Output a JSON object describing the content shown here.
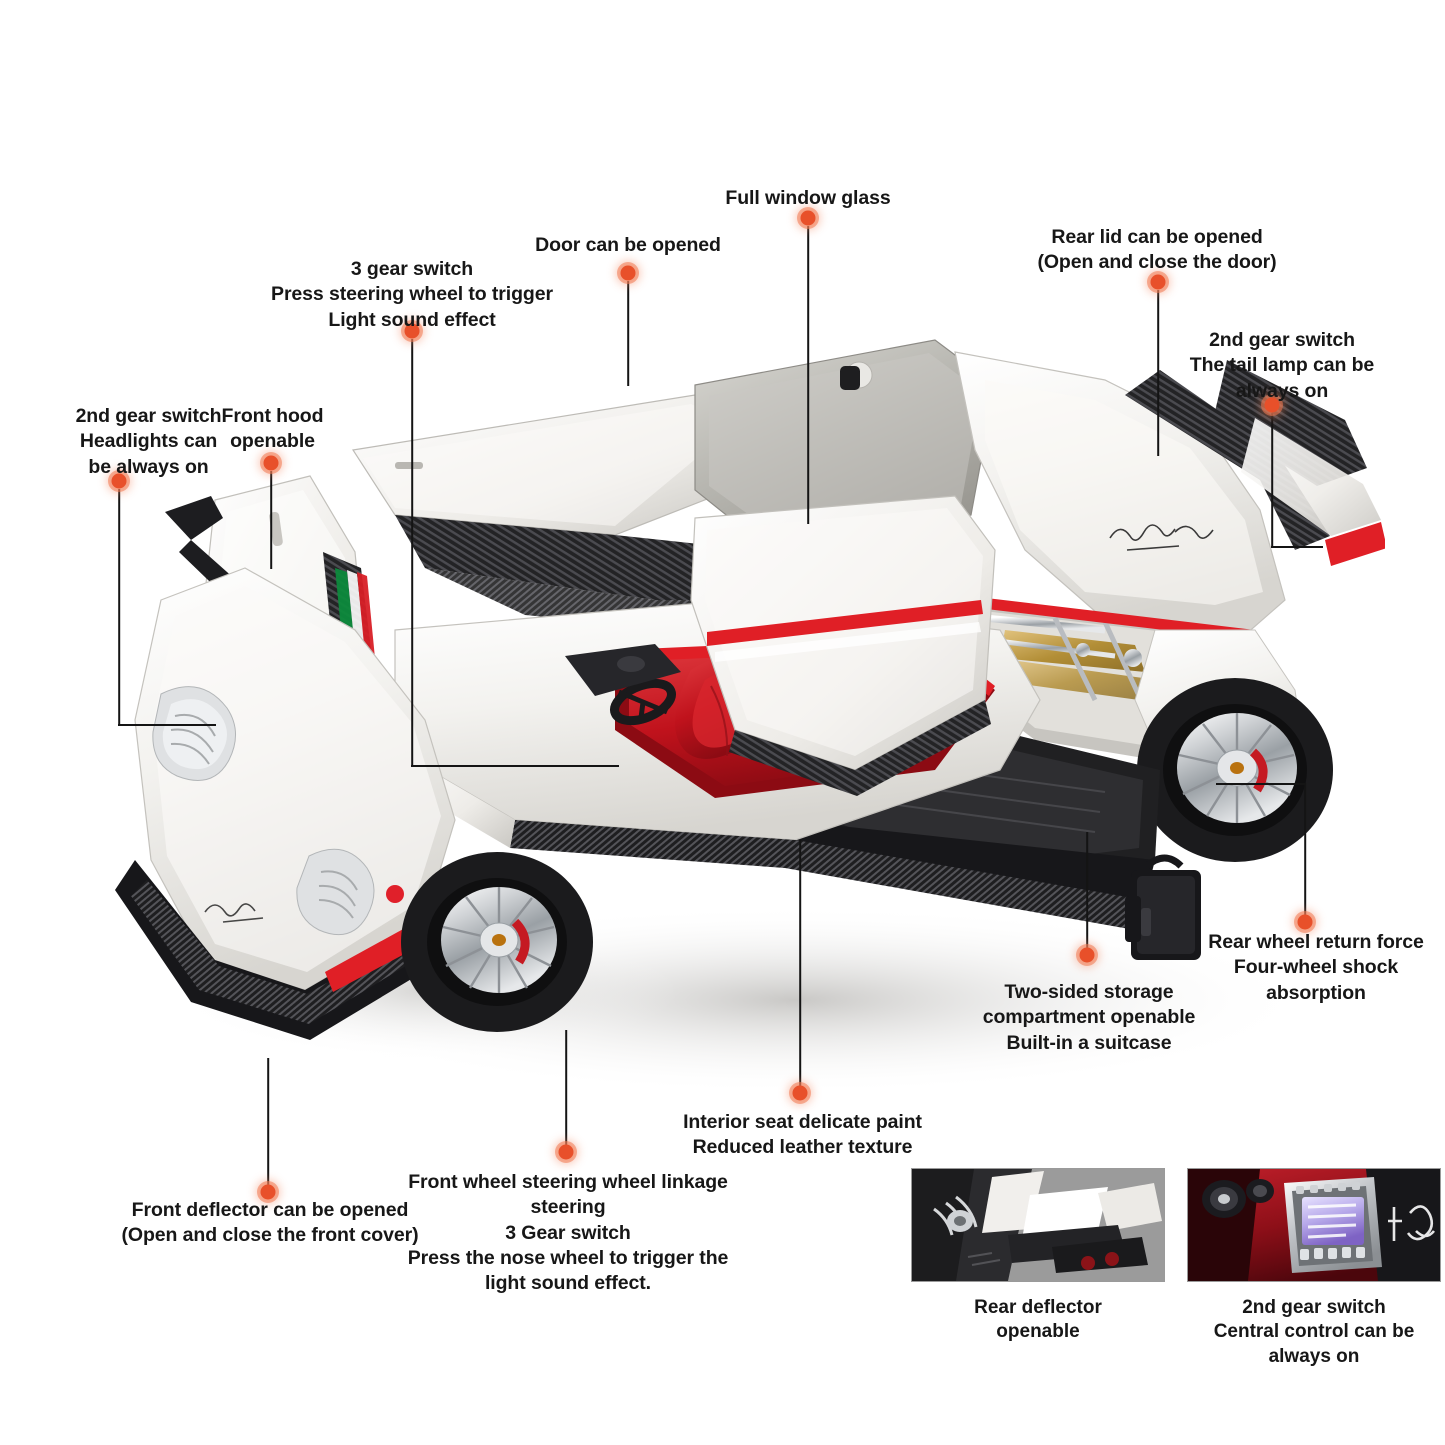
{
  "colors": {
    "marker": "#e8502a",
    "marker_glow": "#f58c69",
    "line": "#141414",
    "text": "#171717",
    "background": "#ffffff",
    "body_white": "#f2f1ee",
    "carbon": "#2a2a2c",
    "interior_red": "#c41f28",
    "accent_red": "#e01f26",
    "chrome": "#d6d8da",
    "brass": "#b38a32",
    "thumb_bg": "#9b9b9b",
    "thumb2_bg": "#8e1620"
  },
  "callouts": [
    {
      "id": "full-window-glass",
      "text": "Full window glass"
    },
    {
      "id": "door-can-be-opened",
      "text": "Door can be opened"
    },
    {
      "id": "three-gear-switch",
      "text": "3 gear switch\nPress steering wheel to trigger\nLight sound effect"
    },
    {
      "id": "rear-lid-can-be-opened",
      "text": "Rear lid can be opened\n(Open and close the door)"
    },
    {
      "id": "tail-lamp-gear-switch",
      "text": "2nd gear switch\nThe tail lamp can be\nalways on"
    },
    {
      "id": "headlights-gear-switch",
      "text": "2nd gear switch\nHeadlights can\nbe always on"
    },
    {
      "id": "front-hood-openable",
      "text": "Front hood\nopenable"
    },
    {
      "id": "rear-wheel-return-force",
      "text": "Rear wheel return force\nFour-wheel shock\nabsorption"
    },
    {
      "id": "two-sided-storage",
      "text": "Two-sided storage\ncompartment openable\nBuilt-in a suitcase"
    },
    {
      "id": "interior-seat-paint",
      "text": "Interior seat delicate paint\nReduced leather texture"
    },
    {
      "id": "front-wheel-steering",
      "text": "Front wheel steering wheel linkage\nsteering\n3 Gear switch\nPress the nose wheel to trigger the\nlight sound effect."
    },
    {
      "id": "front-deflector-openable",
      "text": "Front deflector can be opened\n(Open and close the front cover)"
    }
  ],
  "thumbnails": [
    {
      "id": "rear-deflector",
      "caption": "Rear deflector\nopenable"
    },
    {
      "id": "central-control-light",
      "caption": "2nd gear switch\nCentral control can be\nalways on"
    }
  ]
}
